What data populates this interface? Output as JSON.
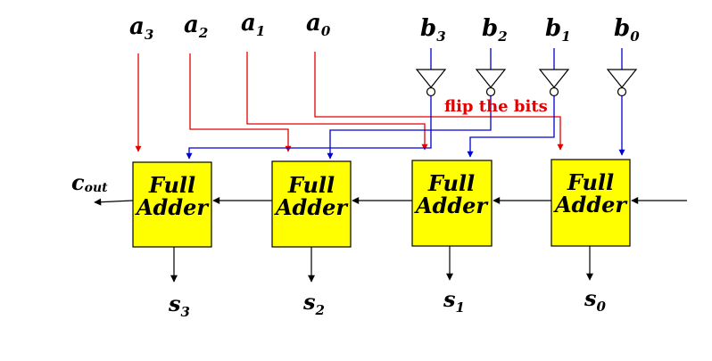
{
  "inputs_a": [
    {
      "base": "a",
      "sub": "3"
    },
    {
      "base": "a",
      "sub": "2"
    },
    {
      "base": "a",
      "sub": "1"
    },
    {
      "base": "a",
      "sub": "0"
    }
  ],
  "inputs_b": [
    {
      "base": "b",
      "sub": "3"
    },
    {
      "base": "b",
      "sub": "2"
    },
    {
      "base": "b",
      "sub": "1"
    },
    {
      "base": "b",
      "sub": "0"
    }
  ],
  "adders": [
    {
      "line1": "Full",
      "line2": "Adder"
    },
    {
      "line1": "Full",
      "line2": "Adder"
    },
    {
      "line1": "Full",
      "line2": "Adder"
    },
    {
      "line1": "Full",
      "line2": "Adder"
    }
  ],
  "outputs": [
    {
      "base": "s",
      "sub": "3"
    },
    {
      "base": "s",
      "sub": "2"
    },
    {
      "base": "s",
      "sub": "1"
    },
    {
      "base": "s",
      "sub": "0"
    }
  ],
  "carry_out": {
    "base": "c",
    "sub": "out"
  },
  "annotation": "flip the bits",
  "colors": {
    "a_wire": "#e00000",
    "b_wire": "#0000d0",
    "adder_fill": "#ffff00",
    "carry_wire": "#000000",
    "annotation": "#e00000"
  }
}
